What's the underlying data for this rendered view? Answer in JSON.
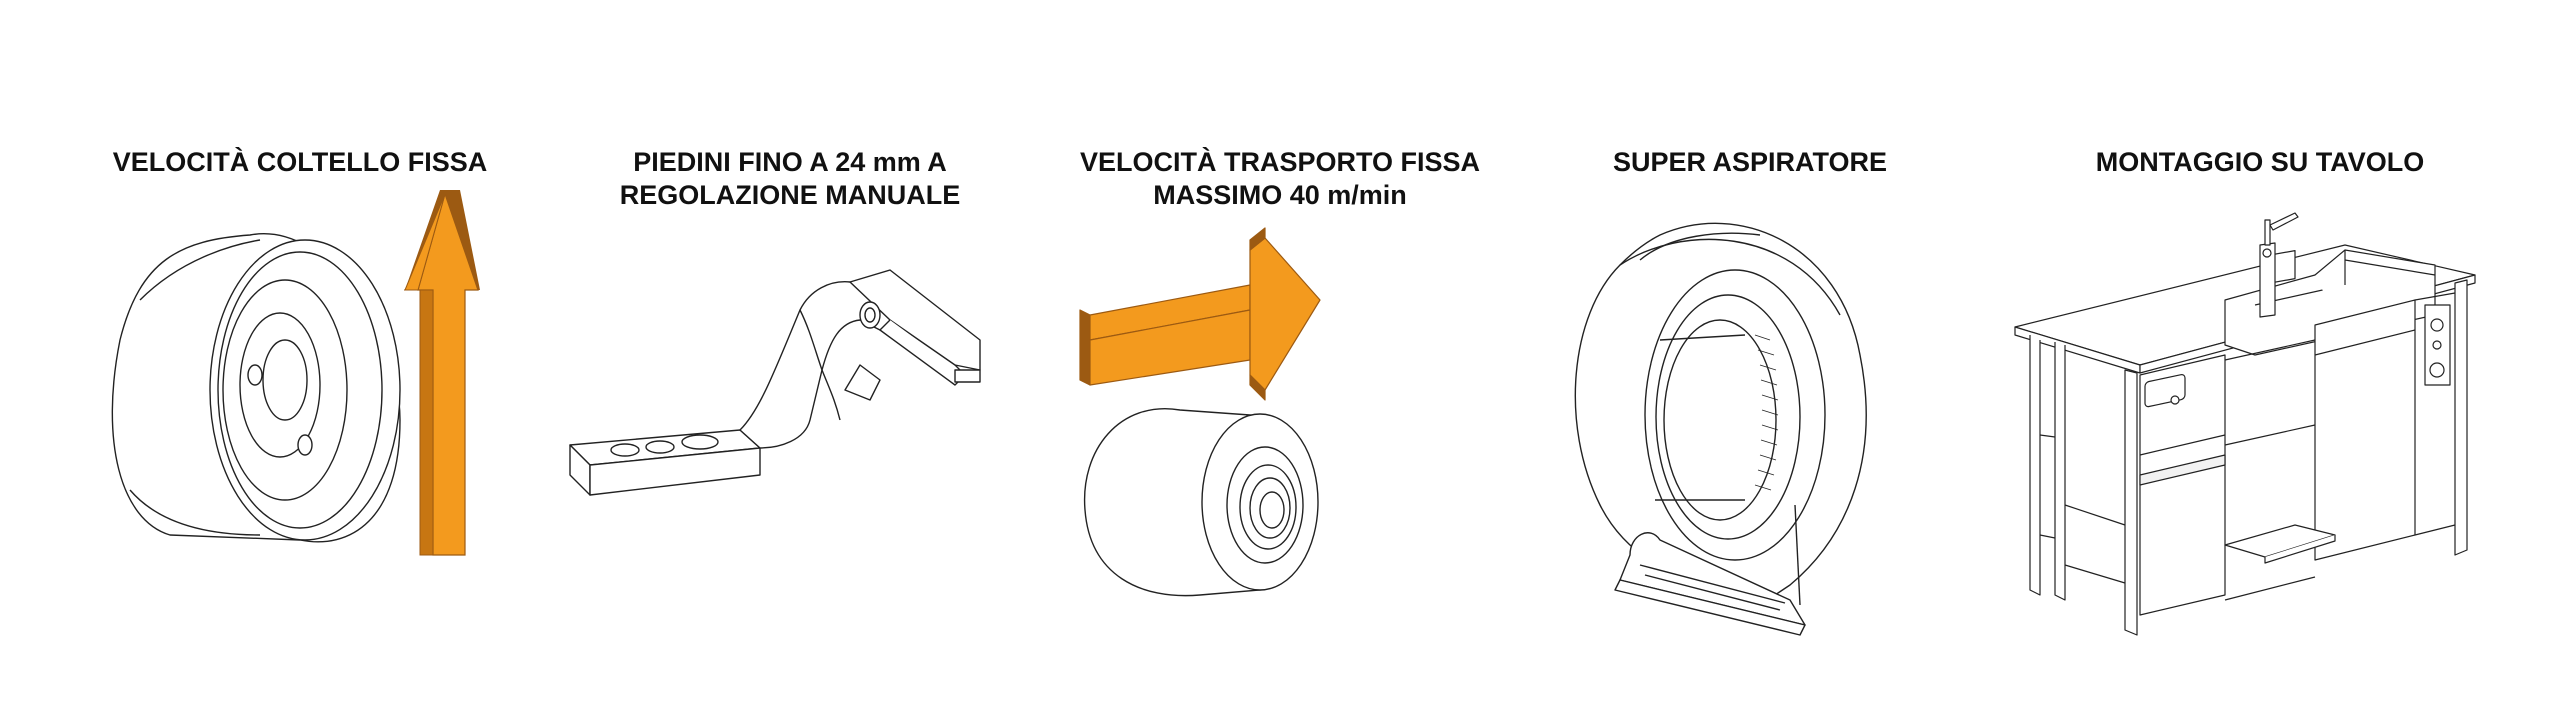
{
  "colors": {
    "arrow_fill": "#F39A1E",
    "arrow_edge": "#9C5A12",
    "line": "#222222"
  },
  "panels": [
    {
      "title_lines": [
        "VELOCITÀ COLTELLO FISSA"
      ],
      "icon": "knife-wheel-with-up-arrow-icon"
    },
    {
      "title_lines": [
        "PIEDINI FINO A 24 mm A",
        "REGOLAZIONE MANUALE"
      ],
      "icon": "presser-foot-icon"
    },
    {
      "title_lines": [
        "VELOCITÀ TRASPORTO FISSA",
        "MASSIMO 40 m/min"
      ],
      "icon": "feed-roller-with-right-arrow-icon"
    },
    {
      "title_lines": [
        "SUPER ASPIRATORE"
      ],
      "icon": "suction-fan-icon"
    },
    {
      "title_lines": [
        "MONTAGGIO SU TAVOLO"
      ],
      "icon": "machine-on-table-icon"
    }
  ]
}
